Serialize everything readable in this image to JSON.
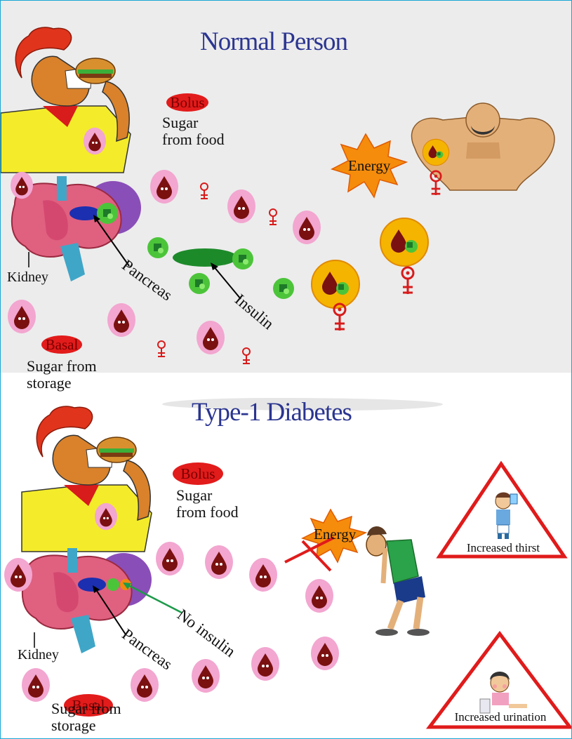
{
  "normal": {
    "title": "Normal Person",
    "bolus": "Bolus",
    "sugar_food_1": "Sugar",
    "sugar_food_2": "from food",
    "energy": "Energy",
    "kidney": "Kidney",
    "pancreas": "Pancreas",
    "insulin": "Insulin",
    "basal": "Basal",
    "sugar_storage_1": "Sugar from",
    "sugar_storage_2": "storage"
  },
  "type1": {
    "title": "Type-1 Diabetes",
    "bolus": "Bolus",
    "sugar_food_1": "Sugar",
    "sugar_food_2": "from food",
    "energy": "Energy",
    "kidney": "Kidney",
    "pancreas": "Pancreas",
    "no_insulin": "No insulin",
    "basal": "Basal",
    "sugar_storage_1": "Sugar from",
    "sugar_storage_2": "storage",
    "thirst": "Increased thirst",
    "urination": "Increased urination"
  },
  "colors": {
    "title": "#2b3590",
    "frame": "#19a7d6",
    "glucose_bubble": "#f2a6d0",
    "glucose_drop": "#7a1010",
    "insulin": "#1d8a2a",
    "receptor_gold": "#f5b400",
    "key_red": "#d81b1b",
    "warning_red": "#e01b1b"
  }
}
